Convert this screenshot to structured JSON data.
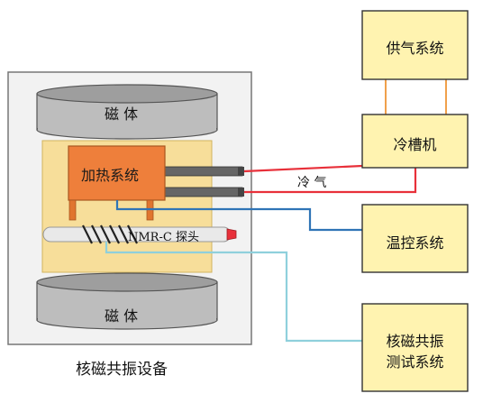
{
  "device": {
    "caption": "核磁共振设备",
    "magnet_top": "磁 体",
    "magnet_bottom": "磁 体",
    "heater": "加热系统",
    "probe": "NMR-C 探头"
  },
  "systems": {
    "gas_supply": "供气系统",
    "cold_trap": "冷槽机",
    "temp_control": "温控系统",
    "nmr_test_line1": "核磁共振",
    "nmr_test_line2": "测试系统"
  },
  "pipes": {
    "cold_gas_label": "冷 气"
  },
  "colors": {
    "system_box_fill": "#FFF3B0",
    "sample_block_fill": "#F7DE9A",
    "heater_fill": "#EE7F3B",
    "magnet_fill": "#BDBDBD",
    "red_line": "#E8303A",
    "blue_line": "#2F74B6",
    "cyan_line": "#8FD0DC",
    "orange_line": "#F0A04B"
  }
}
